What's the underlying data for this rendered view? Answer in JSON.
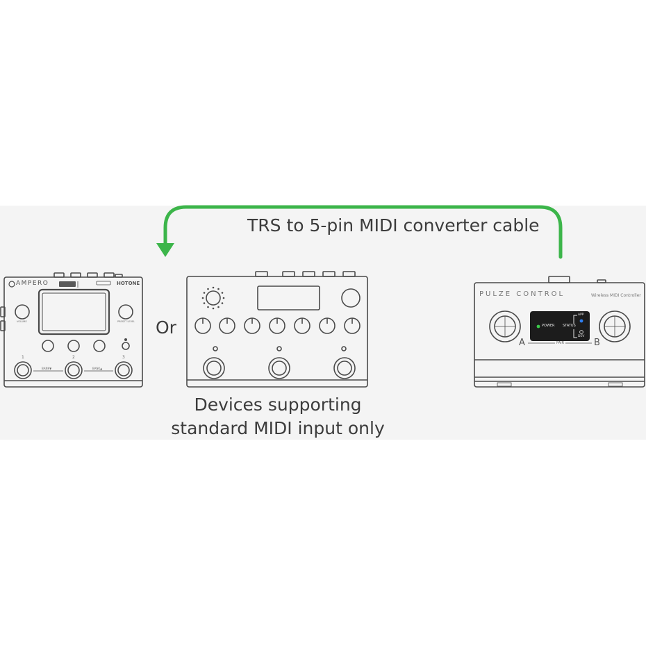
{
  "cable": {
    "label": "TRS to 5-pin MIDI converter cable",
    "color": "#3cb54a"
  },
  "separator": {
    "label": "Or"
  },
  "caption": {
    "line1": "Devices supporting",
    "line2": "standard MIDI input only"
  },
  "ampero": {
    "brand": "AMPERO",
    "maker": "HOTONE",
    "footswitches": [
      "1",
      "2",
      "3"
    ],
    "small_labels": {
      "knob_left": "VOLUME",
      "knob_right": "PRESET LEVEL",
      "bank_down": "BANK▼",
      "bank_up": "BANK▲"
    }
  },
  "pulze": {
    "brand": "PULZE CONTROL",
    "subtitle": "Wireless MIDI Controller",
    "power": "POWER",
    "status": "STATUS",
    "app": "APP",
    "dev": "DEV",
    "pair": "PAIR",
    "switch_a": "A",
    "switch_b": "B",
    "colors": {
      "power_led": "#3cc84a",
      "app_led": "#2f7ff0",
      "screen": "#1c1c1c"
    }
  }
}
